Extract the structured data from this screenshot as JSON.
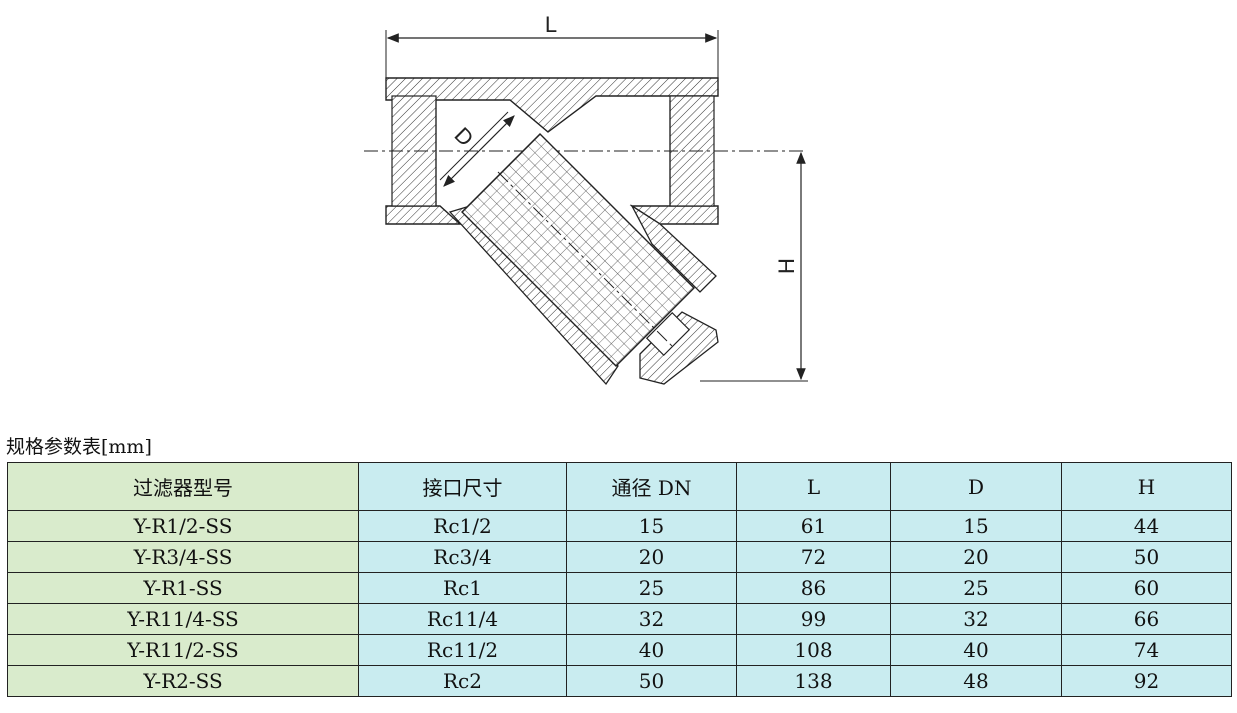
{
  "drawing": {
    "dim_labels": {
      "L": "L",
      "D": "D",
      "H": "H"
    }
  },
  "caption": "规格参数表[mm]",
  "table": {
    "headers": [
      "过滤器型号",
      "接口尺寸",
      "通径 DN",
      "L",
      "D",
      "H"
    ],
    "rows": [
      [
        "Y-R1/2-SS",
        "Rc1/2",
        "15",
        "61",
        "15",
        "44"
      ],
      [
        "Y-R3/4-SS",
        "Rc3/4",
        "20",
        "72",
        "20",
        "50"
      ],
      [
        "Y-R1-SS",
        "Rc1",
        "25",
        "86",
        "25",
        "60"
      ],
      [
        "Y-R11/4-SS",
        "Rc11/4",
        "32",
        "99",
        "32",
        "66"
      ],
      [
        "Y-R11/2-SS",
        "Rc11/2",
        "40",
        "108",
        "40",
        "74"
      ],
      [
        "Y-R2-SS",
        "Rc2",
        "50",
        "138",
        "48",
        "92"
      ]
    ]
  },
  "colors": {
    "model_column": "#d9ebcc",
    "other_columns": "#c9ecf0"
  }
}
